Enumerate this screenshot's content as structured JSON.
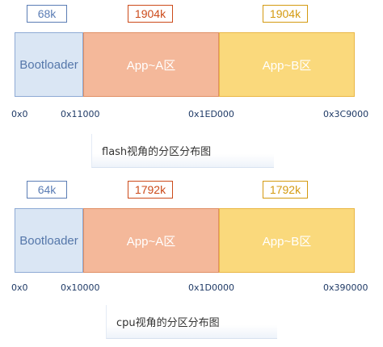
{
  "colors": {
    "boot_fill": "#dae6f4",
    "boot_border": "#8eaad4",
    "boot_text": "#5577aa",
    "a_fill": "#f4b89a",
    "a_border": "#e09066",
    "a_text": "#ffffff",
    "b_fill": "#fad97c",
    "b_border": "#eab745",
    "b_text": "#ffffff",
    "box_boot": "#5b7db5",
    "box_a": "#cc4a1a",
    "box_b": "#d49a10"
  },
  "flash": {
    "sizes": [
      "68k",
      "1904k",
      "1904k"
    ],
    "segments": [
      "Bootloader",
      "App~A区",
      "App~B区"
    ],
    "addresses": [
      "0x0",
      "0x11000",
      "0x1ED000",
      "0x3C9000"
    ],
    "caption": "flash视角的分区分布图"
  },
  "cpu": {
    "sizes": [
      "64k",
      "1792k",
      "1792k"
    ],
    "segments": [
      "Bootloader",
      "App~A区",
      "App~B区"
    ],
    "addresses": [
      "0x0",
      "0x10000",
      "0x1D0000",
      "0x390000"
    ],
    "caption": "cpu视角的分区分布图"
  }
}
